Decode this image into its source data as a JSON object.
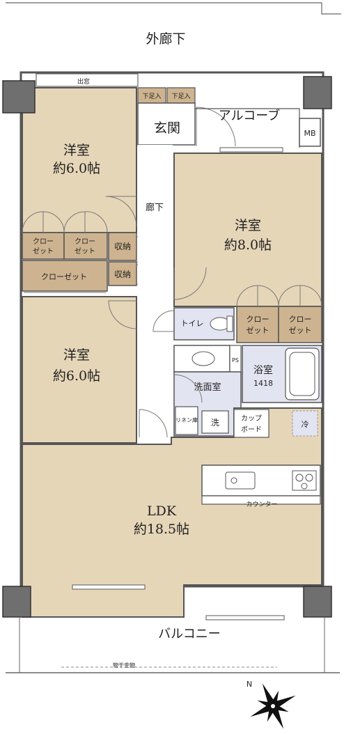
{
  "labels": {
    "outer_corridor": "外廊下",
    "bay_window": "出窓",
    "shoe_box_1": "下足入",
    "shoe_box_2": "下足入",
    "entrance": "玄関",
    "alcove": "アルコーブ",
    "meter_box": "MB",
    "room1_name": "洋室",
    "room1_size": "約6.0帖",
    "hallway": "廊下",
    "room2_name": "洋室",
    "room2_size": "約8.0帖",
    "closet_a_1": "クロー",
    "closet_a_2": "ゼット",
    "closet_b_1": "クロー",
    "closet_b_2": "ゼット",
    "storage_1": "収納",
    "storage_2": "収納",
    "closet_c": "クローゼット",
    "closet_d_1": "クロー",
    "closet_d_2": "ゼット",
    "closet_e_1": "クロー",
    "closet_e_2": "ゼット",
    "toilet": "トイレ",
    "room3_name": "洋室",
    "room3_size": "約6.0帖",
    "ps": "PS",
    "bath_name": "浴室",
    "bath_size": "1418",
    "washroom": "洗面室",
    "linen": "リネン庫",
    "washer": "洗",
    "cupboard_1": "カップ",
    "cupboard_2": "ボード",
    "fridge": "冷",
    "counter": "カウンター",
    "ldk_name": "LDK",
    "ldk_size": "約18.5帖",
    "balcony": "バルコニー",
    "drying_rack": "物干金物",
    "north": "N"
  },
  "colors": {
    "room_fill": "#e6d6b8",
    "closet_fill": "#cdb38f",
    "wet_fill": "#e3e4f1",
    "wall": "#555555",
    "pillar": "#6f6f6f"
  }
}
